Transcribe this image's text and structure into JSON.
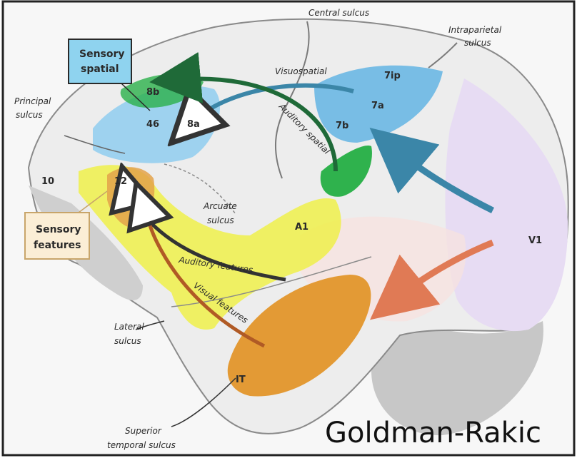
{
  "labels": {
    "central_sulcus": "Central sulcus",
    "intraparietal_sulcus_1": "Intraparietal",
    "intraparietal_sulcus_2": "sulcus",
    "principal_sulcus_1": "Principal",
    "principal_sulcus_2": "sulcus",
    "arcuate_sulcus_1": "Arcuate",
    "arcuate_sulcus_2": "sulcus",
    "lateral_sulcus_1": "Lateral",
    "lateral_sulcus_2": "sulcus",
    "superior_temporal_sulcus_1": "Superior",
    "superior_temporal_sulcus_2": "temporal sulcus"
  },
  "areas": {
    "a8b": "8b",
    "a46": "46",
    "a8a": "8a",
    "a10": "10",
    "a12": "12",
    "a7ip": "7ip",
    "a7a": "7a",
    "a7b": "7b",
    "aA1": "A1",
    "aV1": "V1",
    "aIT": "IT"
  },
  "pathways": {
    "visuospatial": "Visuospatial",
    "auditory_spatial": "Auditory spatial",
    "auditory_features": "Auditory features",
    "visual_features": "Visual features"
  },
  "boxes": {
    "sensory_spatial_1": "Sensory",
    "sensory_spatial_2": "spatial",
    "sensory_features_1": "Sensory",
    "sensory_features_2": "features"
  },
  "credit": "Goldman-Rakic",
  "colors": {
    "spatial_blue": "#4aa6dc",
    "green": "#2ab04a",
    "yellow": "#eef04a",
    "orange": "#e39a35",
    "v1_purple": "#e7dcf3",
    "arrow_blue": "#3b86a8",
    "arrow_orange": "#e07a55",
    "box_blue": "#8fd3ef",
    "box_beige": "#fbeed6"
  }
}
